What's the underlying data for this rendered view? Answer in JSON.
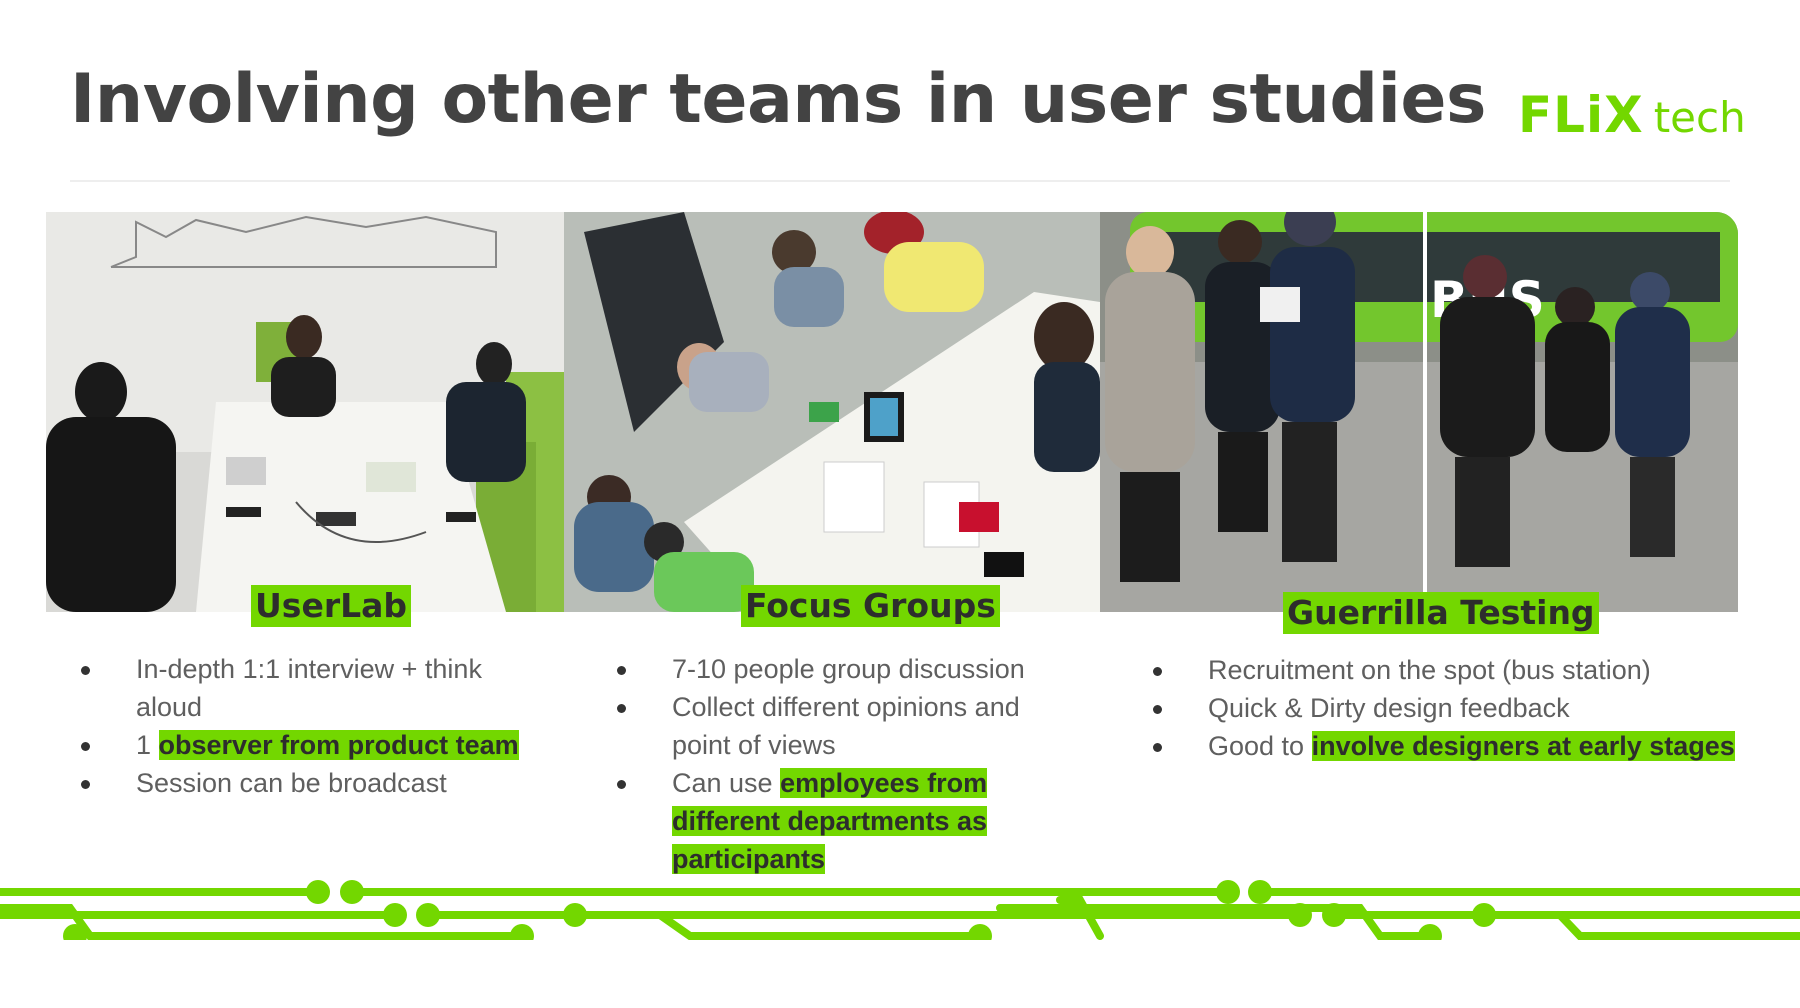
{
  "slide": {
    "title": "Involving other teams in user studies",
    "logo": {
      "brand": "FLiX",
      "suffix": "tech"
    }
  },
  "columns": [
    {
      "heading": "UserLab",
      "photo_icon": "meeting-room-photo",
      "bullets": [
        {
          "text": "In-depth 1:1 interview +  think aloud",
          "prefix": "",
          "highlight": ""
        },
        {
          "text": "",
          "prefix": "1 ",
          "highlight": "observer from product team"
        },
        {
          "text": "Session can be broadcast",
          "prefix": "",
          "highlight": ""
        }
      ]
    },
    {
      "heading": "Focus Groups",
      "photo_icon": "group-table-photo",
      "bullets": [
        {
          "text": "7-10 people group discussion",
          "prefix": "",
          "highlight": ""
        },
        {
          "text": "Collect different opinions and point of views",
          "prefix": "",
          "highlight": ""
        },
        {
          "text": "",
          "prefix": "Can use ",
          "highlight": "employees from different departments as participants"
        }
      ]
    },
    {
      "heading": "Guerrilla Testing",
      "photo_icon": "street-bus-photo",
      "bullets": [
        {
          "text": "Recruitment on the spot (bus station)",
          "prefix": "",
          "highlight": ""
        },
        {
          "text": "Quick & Dirty design feedback",
          "prefix": "",
          "highlight": ""
        },
        {
          "text": "",
          "prefix": "Good to ",
          "highlight": "involve designers at early stages"
        }
      ]
    }
  ],
  "colors": {
    "accent": "#73d700",
    "title": "#434343",
    "body": "#5f5f5f"
  }
}
